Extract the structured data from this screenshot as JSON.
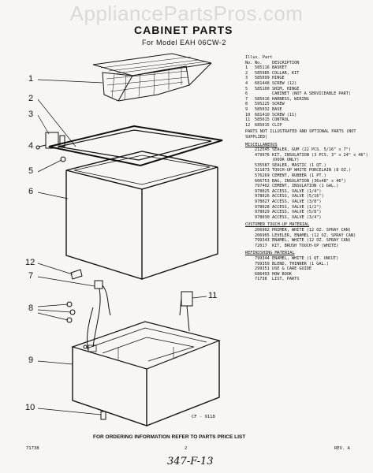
{
  "watermark": "AppliancePartsPros.com",
  "title": "CABINET PARTS",
  "subtitle": "For Model EAH 06CW-2",
  "callouts": [
    "1",
    "2",
    "3",
    "4",
    "5",
    "6",
    "7",
    "8",
    "9",
    "10",
    "11",
    "12"
  ],
  "parts_header": {
    "line1": "Illus. Part",
    "no": "No.",
    "part": "No.",
    "desc": "DESCRIPTION"
  },
  "parts": [
    {
      "no": "1",
      "part": "585116",
      "desc": "BASKET"
    },
    {
      "no": "2",
      "part": "585985",
      "desc": "COLLAR, KIT"
    },
    {
      "no": "3",
      "part": "585099",
      "desc": "HINGE"
    },
    {
      "no": "4",
      "part": "681448",
      "desc": "SCREW (12)"
    },
    {
      "no": "5",
      "part": "585100",
      "desc": "SHIM, HINGE"
    },
    {
      "no": "6",
      "part": "",
      "desc": "CABINET (NOT A SERVICEABLE PART)"
    },
    {
      "no": "7",
      "part": "585016",
      "desc": "HARNESS, WIRING"
    },
    {
      "no": "8",
      "part": "595225",
      "desc": "SCREW"
    },
    {
      "no": "9",
      "part": "585032",
      "desc": "BASE"
    },
    {
      "no": "10",
      "part": "681410",
      "desc": "SCREW (11)"
    },
    {
      "no": "11",
      "part": "585015",
      "desc": "CONTROL"
    },
    {
      "no": "12",
      "part": "685015",
      "desc": "CLIP"
    }
  ],
  "note": "PARTS NOT ILLUSTRATED AND OPTIONAL PARTS (NOT SUPPLIED)",
  "misc_title": "MISCELLANEOUS",
  "misc": [
    {
      "part": "212545",
      "desc": "SEALER, GUM (22 PCS. 5/16\" x 7\")"
    },
    {
      "part": "479976",
      "desc": "KIT, INSULATION (3 PCS. 3\" x 24\" x 46\") (DOOR ONLY)"
    },
    {
      "part": "535587",
      "desc": "SEALER, MASTIC (1 QT.)"
    },
    {
      "part": "311873",
      "desc": "TOUCH-UP WHITE PORCELAIN (8 OZ.)"
    },
    {
      "part": "576269",
      "desc": "CEMENT, RUBBER (1 PT.)"
    },
    {
      "part": "606753",
      "desc": "BAG, INSULATION (36x48\" x 46\")"
    },
    {
      "part": "797402",
      "desc": "CEMENT, INSULATION (1 GAL.)"
    },
    {
      "part": "978025",
      "desc": "ACCESS, VALVE (1/4\")"
    },
    {
      "part": "978026",
      "desc": "ACCESS, VALVE (5/16\")"
    },
    {
      "part": "978027",
      "desc": "ACCESS, VALVE (3/8\")"
    },
    {
      "part": "978028",
      "desc": "ACCESS, VALVE (1/2\")"
    },
    {
      "part": "978029",
      "desc": "ACCESS, VALVE (5/8\")"
    },
    {
      "part": "978030",
      "desc": "ACCESS, VALVE (3/4\")"
    }
  ],
  "touchup_title": "CUSTOMER TOUCH-UP MATERIAL",
  "touchup": [
    {
      "part": "206902",
      "desc": "PRIMER, WHITE (12 OZ. SPRAY CAN)"
    },
    {
      "part": "206905",
      "desc": "LEVELER, ENAMEL (12 OZ. SPRAY CAN)"
    },
    {
      "part": "799343",
      "desc": "ENAMEL, WHITE (12 OZ. SPRAY CAN)"
    },
    {
      "part": "72017",
      "desc": "KIT, BRUSH TOUCH-UP (WHITE)"
    }
  ],
  "refinish_title": "REFINISHING MATERIAL",
  "refinish": [
    {
      "part": "799344",
      "desc": "ENAMEL, WHITE (1 QT. UNCUT)"
    },
    {
      "part": "799350",
      "desc": "BLEND, THINNER (1 GAL.)"
    },
    {
      "part": "299351",
      "desc": "USE & CARE GUIDE"
    },
    {
      "part": "686493",
      "desc": "HOW BOOK"
    },
    {
      "part": "71738",
      "desc": "LIST, PARTS"
    }
  ],
  "cf_label": "CF - 9118",
  "footer_order": "FOR ORDERING INFORMATION REFER TO PARTS PRICE LIST",
  "footer_left": "71738",
  "footer_mid": "2",
  "footer_right": "REV. A",
  "handwritten_note": "347-F-13",
  "colors": {
    "ink": "#111111",
    "paper": "#f7f6f2",
    "watermark": "#d9d9d9"
  }
}
